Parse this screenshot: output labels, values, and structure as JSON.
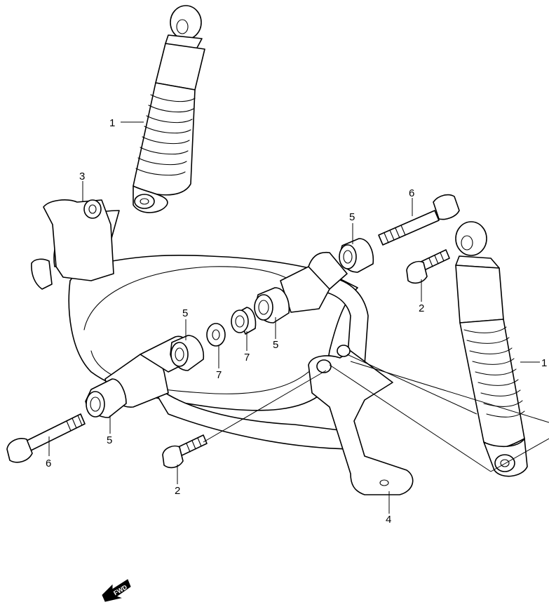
{
  "colors": {
    "line": "#000000",
    "background": "#ffffff"
  },
  "callouts": {
    "shock_top": "1",
    "shock_right": "1",
    "bolt_small_right": "2",
    "bolt_small_bottom": "2",
    "bracket": "3",
    "stay": "4",
    "bush_top": "5",
    "bush_mid": "5",
    "bush_left_upper": "5",
    "bush_left_lower": "5",
    "bolt_long_top": "6",
    "bolt_long_left": "6",
    "washer_mid": "7",
    "washer_left": "7"
  },
  "fwd_label": "FWD",
  "icons": {
    "direction": "fwd-arrow-icon"
  }
}
